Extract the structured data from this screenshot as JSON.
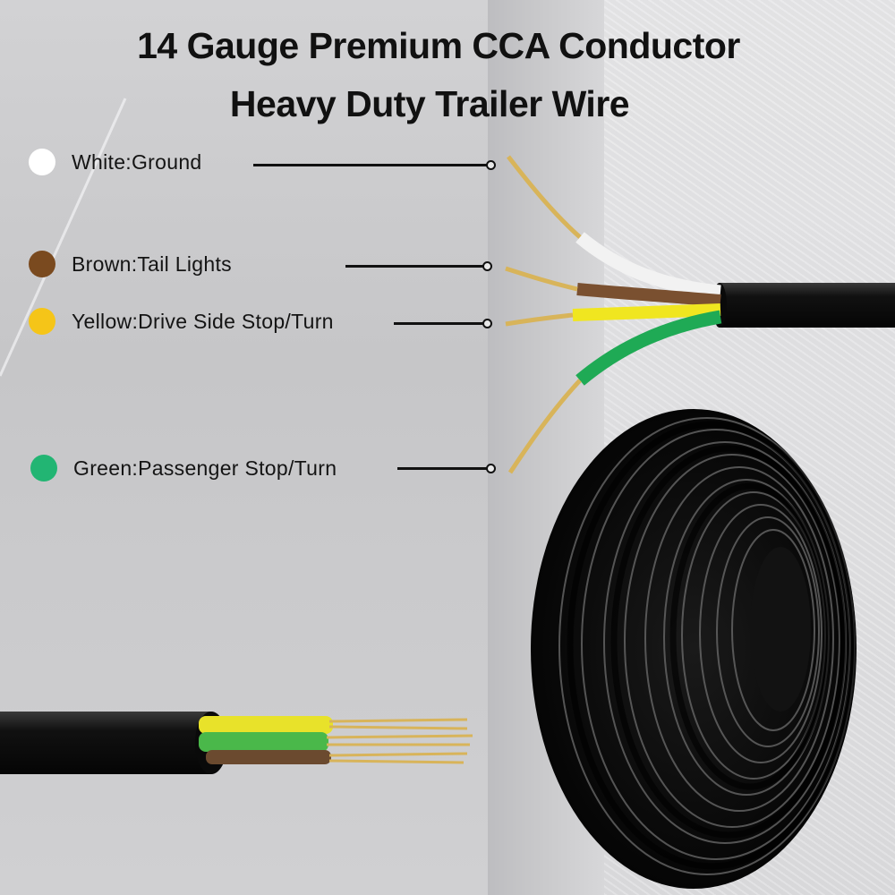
{
  "headline": {
    "line1": "14 Gauge Premium CCA Conductor",
    "line2": "Heavy Duty Trailer Wire"
  },
  "legend": [
    {
      "label": "White:Ground",
      "color": "#ffffff"
    },
    {
      "label": "Brown:Tail Lights",
      "color": "#7a4a1f"
    },
    {
      "label": "Yellow:Drive Side Stop/Turn",
      "color": "#f5c518"
    },
    {
      "label": "Green:Passenger Stop/Turn",
      "color": "#22b573"
    }
  ],
  "colors": {
    "jacket": "#0d0d0d",
    "copper": "#d8b45a"
  }
}
